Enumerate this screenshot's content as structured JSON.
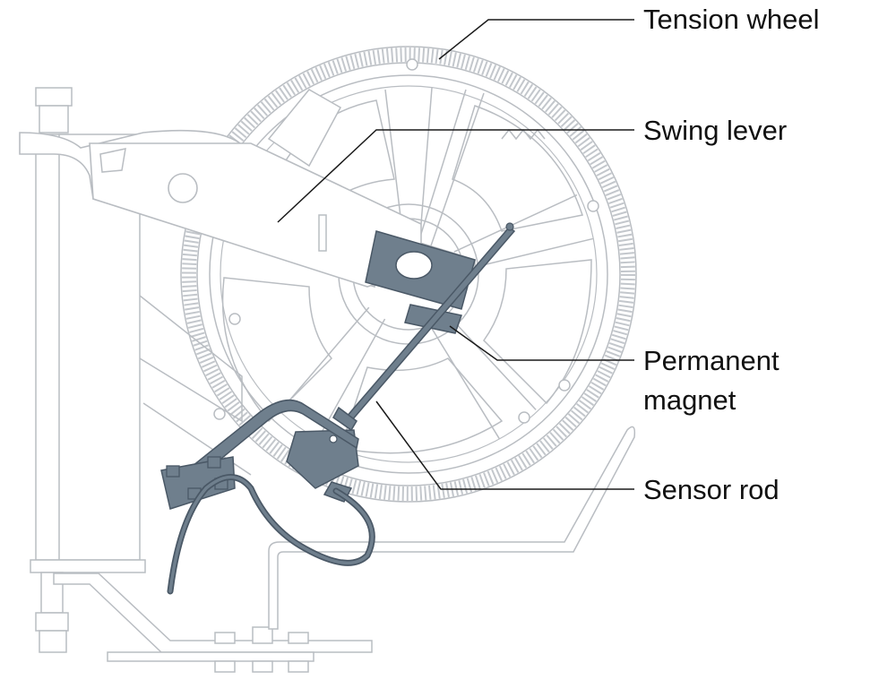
{
  "labels": {
    "tension_wheel": "Tension wheel",
    "swing_lever": "Swing lever",
    "permanent_magnet_line1": "Permanent",
    "permanent_magnet_line2": "magnet",
    "sensor_rod": "Sensor rod"
  },
  "colors": {
    "outline": "#b9bdc2",
    "outline_dark": "#a7acb2",
    "part_fill": "#6f7f8d",
    "part_dark": "#4a5866",
    "leader": "#1a1a1a",
    "text": "#111111"
  }
}
